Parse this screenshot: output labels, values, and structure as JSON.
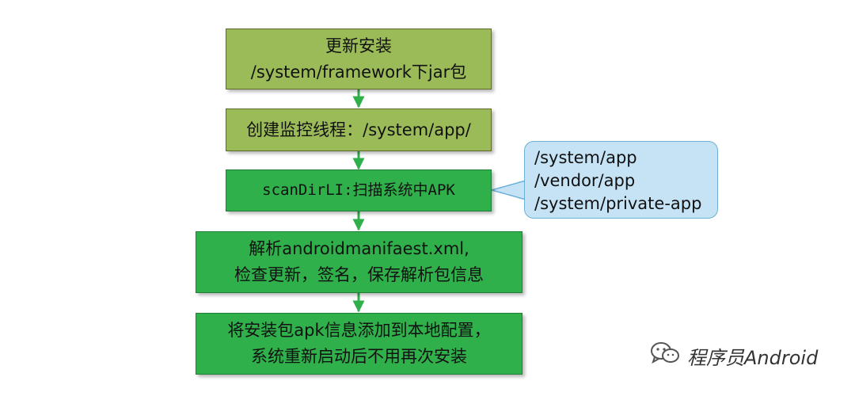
{
  "steps": [
    {
      "line1": "更新安装",
      "line2": "/system/framework下jar包"
    },
    {
      "line1": "创建监控线程：/system/app/"
    },
    {
      "line1": "scanDirLI:扫描系统中APK"
    },
    {
      "line1": "解析androidmanifaest.xml,",
      "line2": "检查更新，签名，保存解析包信息"
    },
    {
      "line1": "将安装包apk信息添加到本地配置，",
      "line2": "系统重新启动后不用再次安装"
    }
  ],
  "callout": {
    "lines": [
      "/system/app",
      "/vendor/app",
      "/system/private-app"
    ]
  },
  "watermark": {
    "icon": "wechat-icon",
    "text": "程序员Android"
  },
  "colors": {
    "olive_fill": "#9bbb59",
    "green_fill": "#2fb04b",
    "arrow": "#2fb04b",
    "callout_fill": "#c5e3f5",
    "callout_border": "#6bb0d6"
  }
}
